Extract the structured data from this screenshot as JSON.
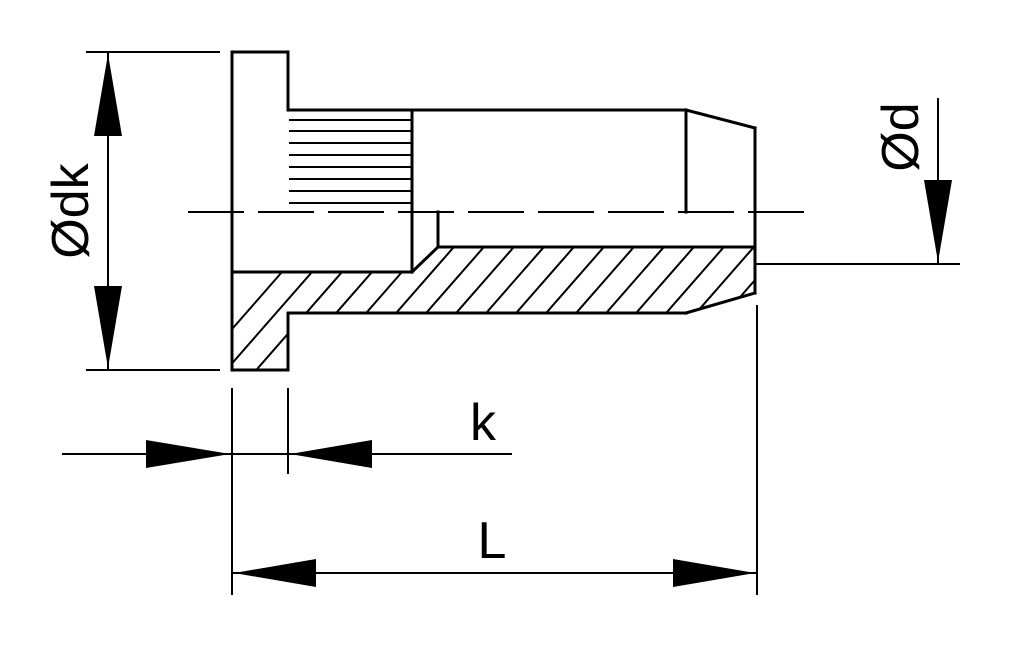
{
  "labels": {
    "head_diameter": "Ødk",
    "body_diameter": "Ød",
    "head_height": "k",
    "total_length": "L"
  },
  "colors": {
    "line": "#000000",
    "background": "#ffffff"
  }
}
